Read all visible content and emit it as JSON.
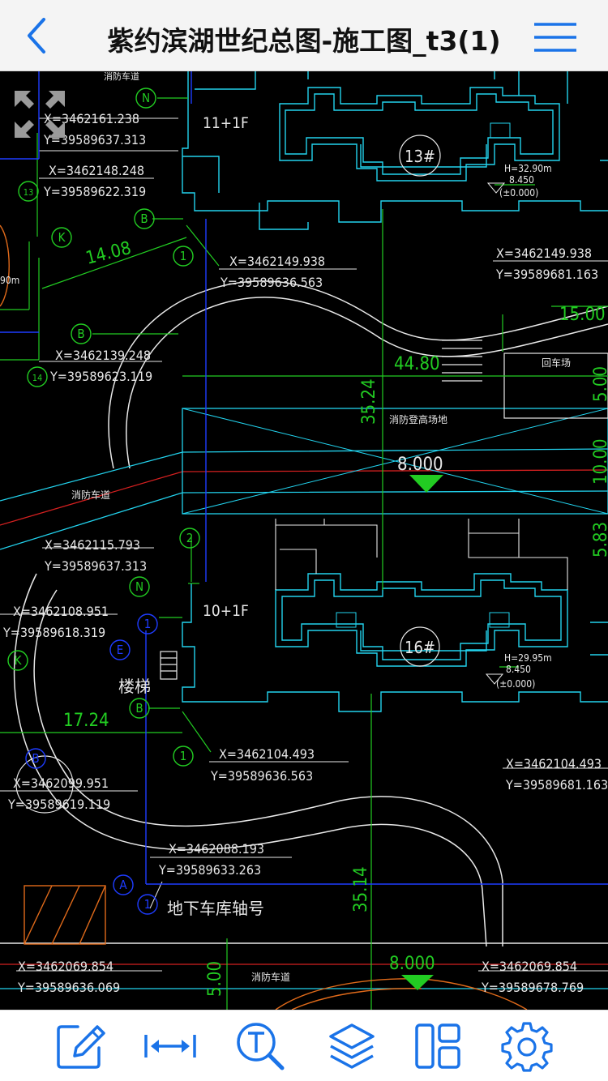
{
  "header": {
    "title": "紫约滨湖世纪总图-施工图_t3(1)"
  },
  "icons": {
    "back": "chevron-left-icon",
    "menu": "hamburger-menu-icon",
    "fullscreen": "fullscreen-arrows-icon"
  },
  "colors": {
    "accent": "#1a73e8",
    "cad_cyan": "#22d3ee",
    "cad_green": "#22cc22",
    "cad_white": "#e8e8e8",
    "cad_blue": "#1e3cff",
    "cad_red": "#d42020",
    "cad_orange": "#e06a1a"
  },
  "toolbar": {
    "items": [
      {
        "name": "annotate",
        "icon": "pencil-edit-icon"
      },
      {
        "name": "measure",
        "icon": "measure-distance-icon"
      },
      {
        "name": "text-search",
        "icon": "text-search-icon"
      },
      {
        "name": "layers",
        "icon": "layers-icon"
      },
      {
        "name": "layout",
        "icon": "layout-panels-icon"
      },
      {
        "name": "settings",
        "icon": "gear-icon"
      }
    ]
  },
  "drawing": {
    "labels": {
      "fire_lane_top": "消防车道",
      "coord_1_x": "X=3462161.238",
      "coord_1_y": "Y=39589637.313",
      "coord_2_x": "X=3462148.248",
      "coord_2_y": "Y=39589622.319",
      "coord_3_x": "X=3462149.938",
      "coord_3_y": "Y=39589636.563",
      "coord_4_x": "X=3462149.938",
      "coord_4_y": "Y=39589681.163",
      "coord_5_x": "X=3462139.248",
      "coord_5_y": "Y=39589623.119",
      "coord_6_x": "X=3462115.793",
      "coord_6_y": "Y=39589637.313",
      "coord_7_x": "X=3462108.951",
      "coord_7_y": "Y=39589618.319",
      "coord_8_x": "X=3462104.493",
      "coord_8_y": "Y=39589636.563",
      "coord_9_x": "X=3462104.493",
      "coord_9_y": "Y=39589681.163",
      "coord_10_x": "X=3462099.951",
      "coord_10_y": "Y=39589619.119",
      "coord_11_x": "X=3462088.193",
      "coord_11_y": "Y=39589633.263",
      "coord_12_x": "X=3462069.854",
      "coord_12_y": "Y=39589636.069",
      "coord_13_x": "X=3462069.854",
      "coord_13_y": "Y=39589678.769",
      "building_1_floors": "11+1F",
      "building_1_no": "13#",
      "building_1_height": "H=32.90m",
      "building_1_elev": "8.450",
      "building_1_zero": "(±0.000)",
      "building_2_floors": "10+1F",
      "building_2_no": "16#",
      "building_2_height": "H=29.95m",
      "building_2_elev": "8.450",
      "building_2_zero": "(±0.000)",
      "dim_1408": "14.08",
      "dim_4480": "44.80",
      "dim_3524": "35.24",
      "dim_1500": "15.00",
      "dim_500a": "5.00",
      "dim_1000": "10.00",
      "dim_583": "5.83",
      "dim_1724": "17.24",
      "dim_3514": "35.14",
      "dim_500b": "5.00",
      "elev_8000a": "8.000",
      "elev_8000b": "8.000",
      "turn_area": "回车场",
      "fire_climb": "消防登高场地",
      "fire_lane_mid": "消防车道",
      "fire_lane_bot": "消防车道",
      "stairs": "楼梯",
      "garage_axis": "地下车库轴号",
      "partial_90m": "90m",
      "axis_N1": "N",
      "axis_13": "13",
      "axis_B1": "B",
      "axis_K1": "K",
      "axis_1a": "1",
      "axis_B2": "B",
      "axis_14": "14",
      "axis_2": "2",
      "axis_N2": "N",
      "axis_1b": "1",
      "axis_E": "E",
      "axis_K2": "K",
      "axis_B3": "B",
      "axis_1c": "1",
      "axis_B4": "B",
      "axis_A": "A",
      "axis_1d": "1"
    }
  }
}
